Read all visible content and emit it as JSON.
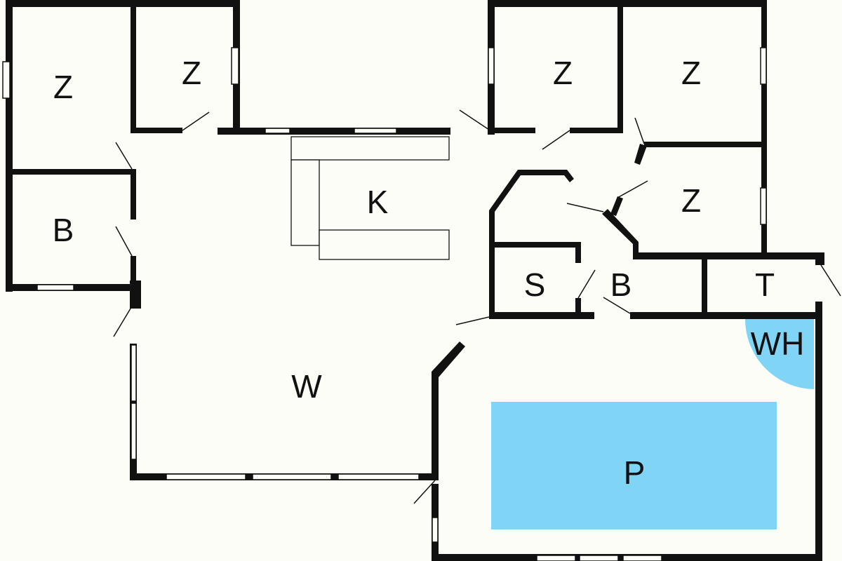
{
  "plan": {
    "colors": {
      "wall": "#111111",
      "floor": "#fdfdf8",
      "water": "#80d4f6"
    },
    "rooms": {
      "bedroom_1": "Z",
      "bedroom_2": "Z",
      "bedroom_3": "Z",
      "bedroom_4": "Z",
      "bedroom_5": "Z",
      "bathroom_1": "B",
      "bathroom_2": "B",
      "kitchen": "K",
      "living": "W",
      "sauna": "S",
      "utility": "T",
      "whirlpool": "WH",
      "pool": "P"
    }
  }
}
